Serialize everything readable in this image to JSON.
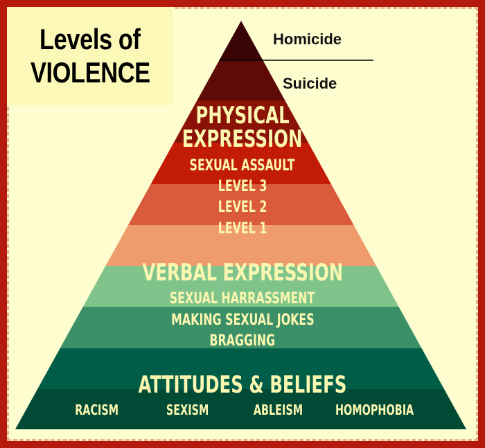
{
  "title": {
    "line1": "Levels of",
    "line2": "VIOLENCE"
  },
  "top_labels": {
    "homicide": "Homicide",
    "suicide": "Suicide"
  },
  "physical": {
    "heading_line1": "PHYSICAL",
    "heading_line2": "EXPRESSION",
    "items": [
      "SEXUAL ASSAULT",
      "LEVEL 3",
      "LEVEL 2",
      "LEVEL 1"
    ]
  },
  "verbal": {
    "heading": "VERBAL EXPRESSION",
    "items": [
      "SEXUAL HARRASSMENT",
      "MAKING SEXUAL JOKES",
      "BRAGGING"
    ]
  },
  "attitudes": {
    "heading": "ATTITUDES & BELIEFS",
    "items": [
      "RACISM",
      "SEXISM",
      "ABLEISM",
      "HOMOPHOBIA"
    ]
  },
  "colors": {
    "border": "#b51a0c",
    "background": "#fdfdd0",
    "title_box": "#fbf8b8",
    "homicide": "#3a0404",
    "suicide": "#5e0a06",
    "physical_dark": "#8a1206",
    "physical_red": "#c21c06",
    "coral": "#d95a3c",
    "salmon": "#ef9c6c",
    "light_green": "#80c48c",
    "medium_green": "#3c9068",
    "dark_green": "#005e48",
    "darkest_green": "#004a36",
    "label_text": "#fbf7b0"
  }
}
